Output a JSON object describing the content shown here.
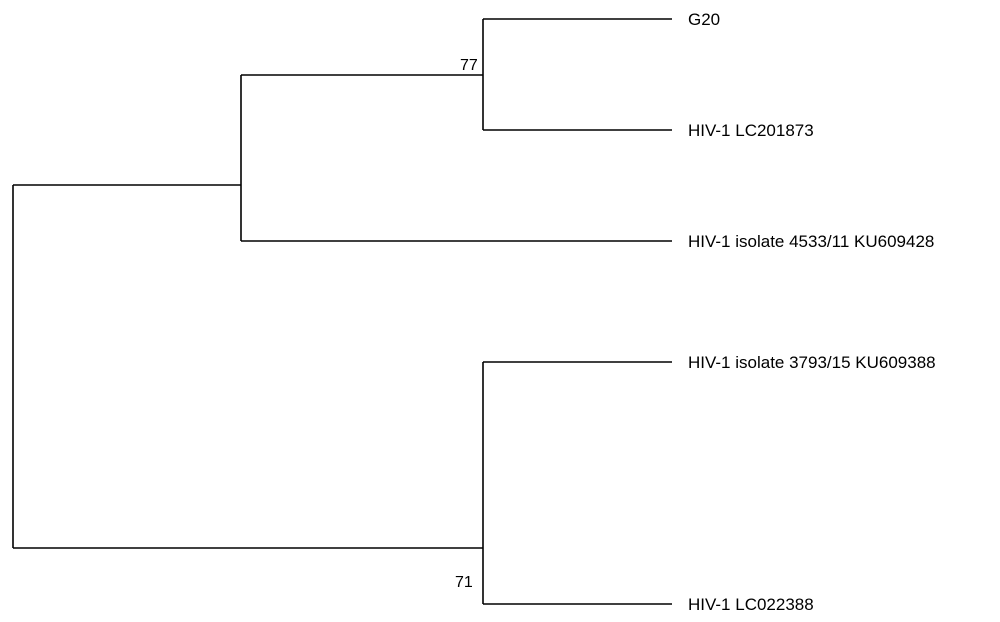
{
  "tree": {
    "taxa": [
      {
        "id": "t1",
        "label": "G20"
      },
      {
        "id": "t2",
        "label": "HIV-1 LC201873"
      },
      {
        "id": "t3",
        "label": "HIV-1 isolate 4533/11 KU609428"
      },
      {
        "id": "t4",
        "label": "HIV-1 isolate 3793/15 KU609388"
      },
      {
        "id": "t5",
        "label": "HIV-1 LC022388"
      }
    ],
    "clades": [
      {
        "id": "c1",
        "members": [
          "t1",
          "t2"
        ],
        "support": "77"
      },
      {
        "id": "c2",
        "members": [
          "c1",
          "t3"
        ],
        "support": ""
      },
      {
        "id": "c3",
        "members": [
          "t4",
          "t5"
        ],
        "support": "71"
      },
      {
        "id": "root",
        "members": [
          "c2",
          "c3"
        ],
        "support": ""
      }
    ]
  },
  "colors": {
    "branch": "#000000",
    "text": "#000000",
    "background": "#ffffff"
  }
}
